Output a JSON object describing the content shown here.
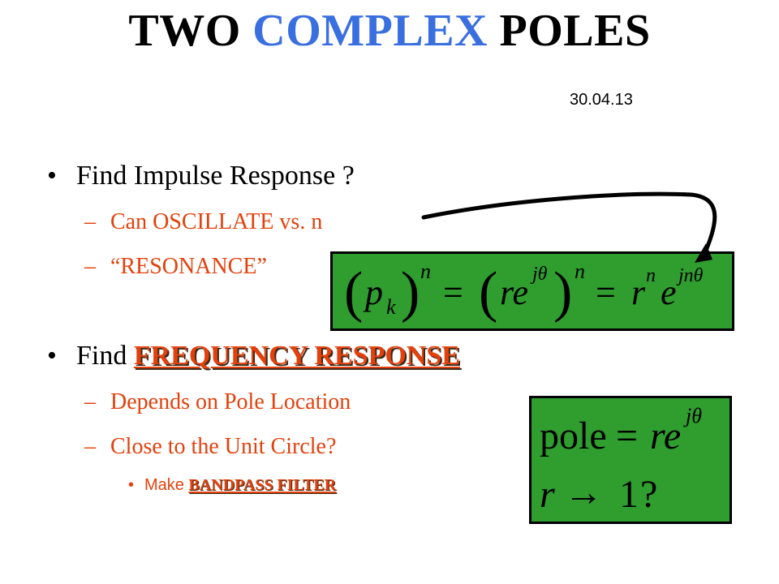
{
  "title": {
    "part1": "TWO ",
    "part2": "COMPLEX",
    "part3": " POLES"
  },
  "date": "30.04.13",
  "bullets": {
    "b1": {
      "text": "Find Impulse Response ?",
      "sub1": "Can OSCILLATE  vs. n",
      "sub2": "“RESONANCE”"
    },
    "b2": {
      "prefix": "Find ",
      "emph": "FREQUENCY RESPONSE",
      "sub1": "Depends on Pole Location",
      "sub2": "Close to the Unit Circle?",
      "sub3_prefix": "Make ",
      "sub3_emph": "BANDPASS FILTER"
    }
  },
  "symbols": {
    "bullet": "•",
    "dash": "–"
  },
  "equations": {
    "eq1_label": "(p_k)^n = (r e^{jθ})^n = r^n e^{jnθ}",
    "eq2_label": "pole = r e^{jθ}, r → 1?"
  },
  "colors": {
    "accent_blue": "#3a6fe0",
    "orange_red": "#e4400c",
    "box_green": "#2f9e2f"
  }
}
